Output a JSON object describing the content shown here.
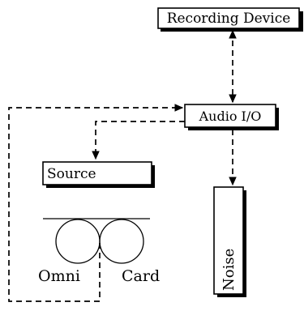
{
  "diagram": {
    "nodes": {
      "recording_device": "Recording Device",
      "audio_io": "Audio I/O",
      "source": "Source",
      "noise": "Noise"
    },
    "microphone": {
      "left_label": "Omni",
      "right_label": "Card"
    }
  }
}
